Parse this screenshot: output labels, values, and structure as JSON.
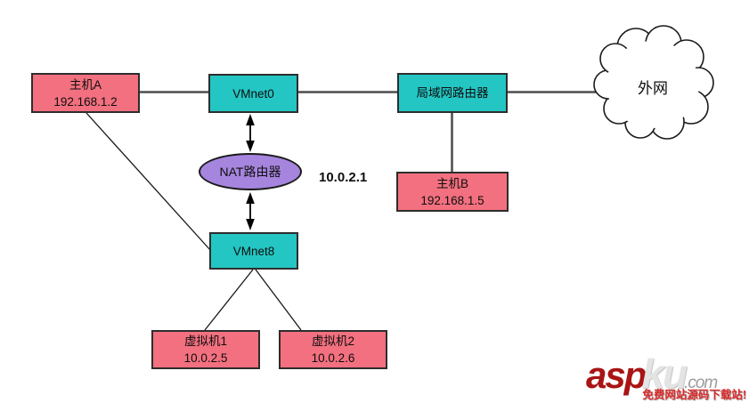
{
  "diagram": {
    "nodes": {
      "hostA": {
        "name": "主机A",
        "ip": "192.168.1.2"
      },
      "vmnet0": {
        "name": "VMnet0"
      },
      "lanRouter": {
        "name": "局域网路由器"
      },
      "cloud": {
        "name": "外网"
      },
      "nat": {
        "name": "NAT路由器"
      },
      "natIp": "10.0.2.1",
      "hostB": {
        "name": "主机B",
        "ip": "192.168.1.5"
      },
      "vmnet8": {
        "name": "VMnet8"
      },
      "vm1": {
        "name": "虚拟机1",
        "ip": "10.0.2.5"
      },
      "vm2": {
        "name": "虚拟机2",
        "ip": "10.0.2.6"
      }
    },
    "colors": {
      "host_box": "#f2707f",
      "switch_box": "#23c6c3",
      "nat_ellipse": "#a685de",
      "connector_line": "#4d4d4d",
      "arrow": "#000000"
    }
  },
  "watermark": {
    "brand_primary": "asp",
    "brand_secondary": "ku",
    "brand_tld": ".com",
    "tagline": "免费网站源码下载站!"
  }
}
